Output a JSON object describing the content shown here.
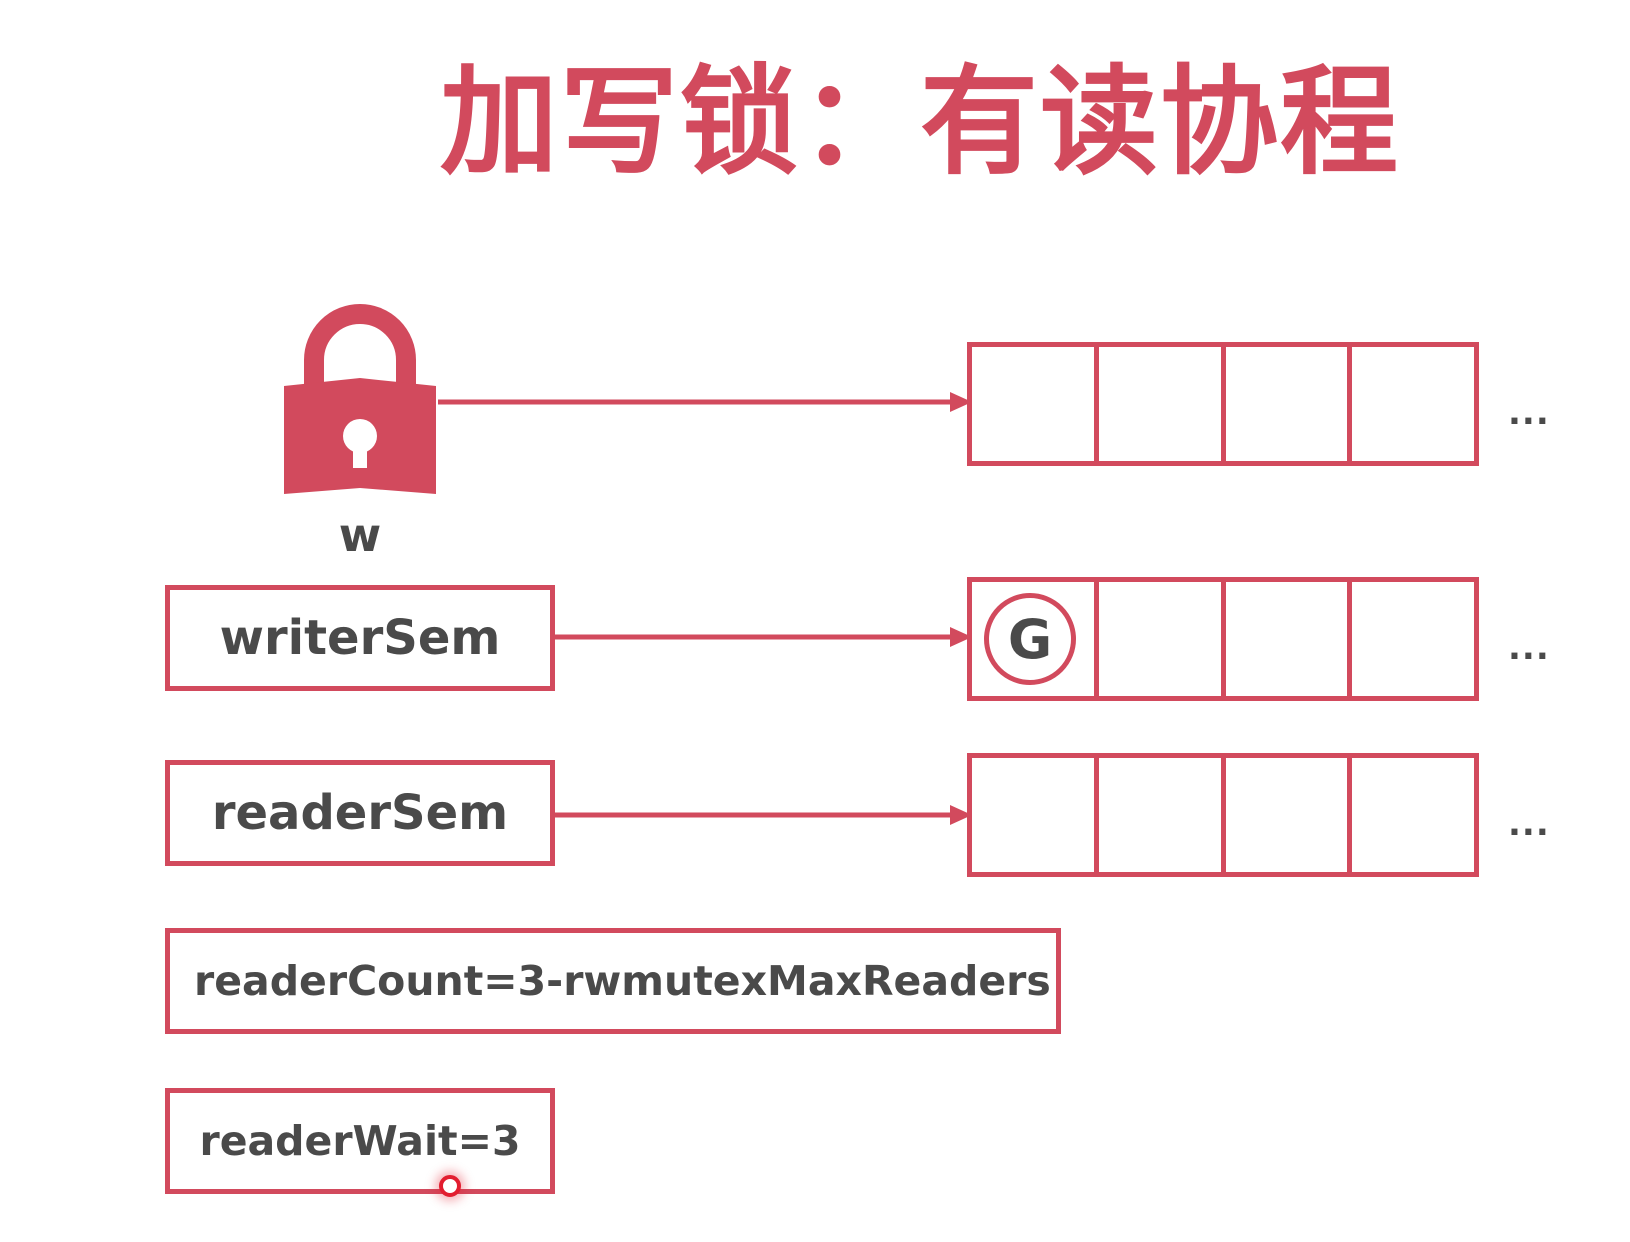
{
  "title": "加写锁：有读协程",
  "colors": {
    "accent": "#d24a5d",
    "text": "#4a4a4a"
  },
  "lock": {
    "icon": "padlock-icon",
    "label": "w"
  },
  "fields": {
    "writer_sem": "writerSem",
    "reader_sem": "readerSem",
    "reader_count": "readerCount=3-rwmutexMaxReaders",
    "reader_wait": "readerWait=3"
  },
  "queues": {
    "ellipsis": "...",
    "goroutine_label": "G"
  }
}
